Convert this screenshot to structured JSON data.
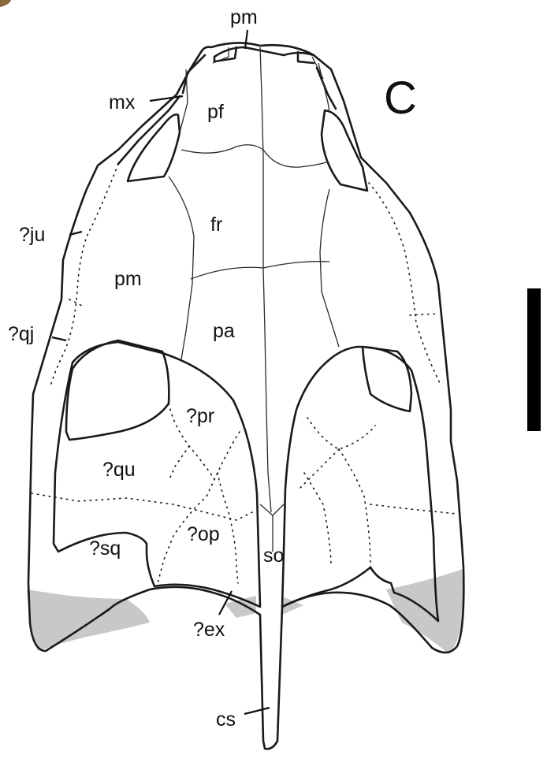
{
  "panel_letter": "C",
  "labels": {
    "pm_top": "pm",
    "mx": "mx",
    "pf": "pf",
    "fr": "fr",
    "ju": "?ju",
    "pm_mid": "pm",
    "pa": "pa",
    "qj": "?qj",
    "pr": "?pr",
    "qu": "?qu",
    "sq": "?sq",
    "op": "?op",
    "so": "so",
    "ex": "?ex",
    "cs": "cs"
  },
  "colors": {
    "line": "#1a1a1a",
    "shade": "#c8c8c8",
    "scale_bar": "#000000"
  }
}
